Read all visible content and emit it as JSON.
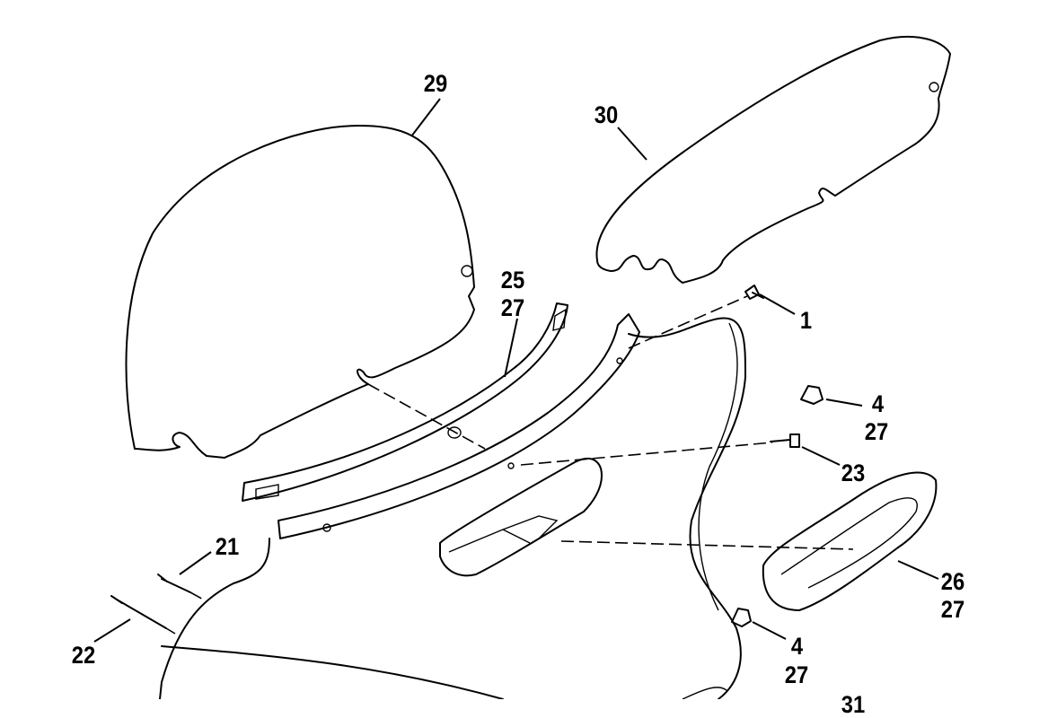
{
  "diagram": {
    "callouts": {
      "c1": "1",
      "c4a": "4",
      "c27a": "27",
      "c23": "23",
      "c25": "25",
      "c27b": "27",
      "c29": "29",
      "c30": "30",
      "c26": "26",
      "c27c": "27",
      "c4b": "4",
      "c27d": "27",
      "c21": "21",
      "c22": "22",
      "c31": "31"
    },
    "colors": {
      "ink": "#000000",
      "paper": "#ffffff"
    }
  }
}
